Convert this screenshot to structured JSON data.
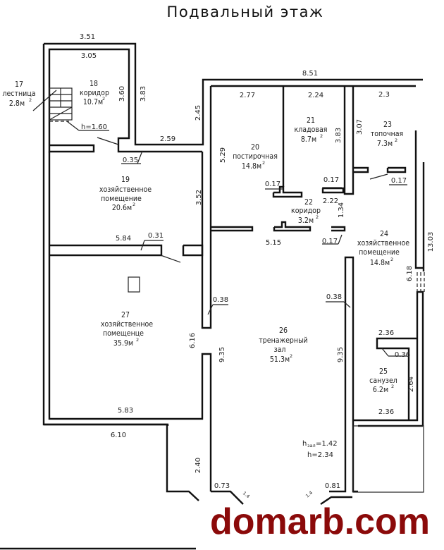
{
  "title": "Подвальный этаж",
  "watermark": "domarb.com",
  "rooms": [
    {
      "num": "17",
      "name": [
        "лестница"
      ],
      "area": "2.8м",
      "sup": "2"
    },
    {
      "num": "18",
      "name": [
        "коридор"
      ],
      "area": "10.7м",
      "sup": "2"
    },
    {
      "num": "19",
      "name": [
        "хозяйственное",
        "помещение"
      ],
      "area": "20.6м",
      "sup": "2"
    },
    {
      "num": "20",
      "name": [
        "постирочная"
      ],
      "area": "14.8м",
      "sup": "2"
    },
    {
      "num": "21",
      "name": [
        "кладовая"
      ],
      "area": "8.7м",
      "sup": "2"
    },
    {
      "num": "22",
      "name": [
        "коридор"
      ],
      "area": "3.2м",
      "sup": "2"
    },
    {
      "num": "23",
      "name": [
        "топочная"
      ],
      "area": "7.3м",
      "sup": "2"
    },
    {
      "num": "24",
      "name": [
        "хозяйственное",
        "помещение"
      ],
      "area": "14.8м",
      "sup": "2"
    },
    {
      "num": "25",
      "name": [
        "санузел"
      ],
      "area": "6.2м",
      "sup": "2"
    },
    {
      "num": "26",
      "name": [
        "тренажерный",
        "зал"
      ],
      "area": "51.3м",
      "sup": "2"
    },
    {
      "num": "27",
      "name": [
        "хозяйственное",
        "помещенце"
      ],
      "area": "35.9м",
      "sup": "2"
    }
  ],
  "heights": {
    "stair": "h=1.60",
    "hall_label": "h",
    "hall_sub": "зал",
    "hall_value": "=1.42",
    "total": "h=2.34"
  },
  "dimensions": {
    "d351": "3.51",
    "d305": "3.05",
    "d360": "3.60",
    "d383a": "3.83",
    "d245": "2.45",
    "d259": "2.59",
    "d035": "0.35",
    "d851": "8.51",
    "d277": "2.77",
    "d224": "2.24",
    "d383b": "3.83",
    "d23": "2.3",
    "d307": "3.07",
    "d529": "5.29",
    "d017a": "0.17",
    "d017b": "0.17",
    "d017c": "0.17",
    "d017d": "0.17",
    "d222": "2.22",
    "d134": "1.34",
    "d515": "5.15",
    "d352": "3.52",
    "d584": "5.84",
    "d031": "0.31",
    "d1303": "13.03",
    "d618": "6.18",
    "d038a": "0.38",
    "d038b": "0.38",
    "d616": "6.16",
    "d935a": "9.35",
    "d935b": "9.35",
    "d236a": "2.36",
    "d036": "0.36",
    "d264": "2.64",
    "d236b": "2.36",
    "d583": "5.83",
    "d610": "6.10",
    "d240": "2.40",
    "d073": "0.73",
    "d081": "0.81",
    "d14a": "1.4",
    "d14b": "1.4"
  }
}
